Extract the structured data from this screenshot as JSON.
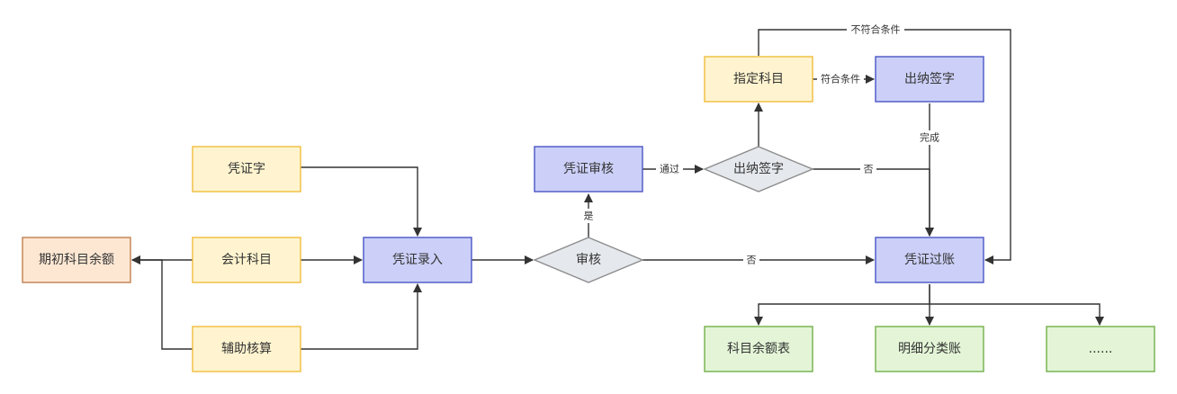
{
  "colors": {
    "yellow_fill": "#fff4cf",
    "yellow_stroke": "#f0bd3c",
    "blue_fill": "#ccd0f8",
    "blue_stroke": "#4a55c4",
    "orange_fill": "#fde7d3",
    "orange_stroke": "#c08050",
    "green_fill": "#e3f5d6",
    "green_stroke": "#72b04a",
    "diamond_fill": "#e5e8ec",
    "diamond_stroke": "#8c8c8c",
    "edge": "#333333"
  },
  "nodes": {
    "opening_balance": "期初科目余额",
    "voucher_word": "凭证字",
    "accounting_subject": "会计科目",
    "auxiliary_accounting": "辅助核算",
    "voucher_entry": "凭证录入",
    "review": "审核",
    "voucher_review": "凭证审核",
    "cashier_sign_decision": "出纳签字",
    "designate_subject": "指定科目",
    "cashier_sign": "出纳签字",
    "voucher_posting": "凭证过账",
    "subject_balance_table": "科目余额表",
    "detail_ledger": "明细分类账",
    "more": "......"
  },
  "edges": {
    "yes": "是",
    "no_review": "否",
    "pass": "通过",
    "no_cashier": "否",
    "meets_condition": "符合条件",
    "not_meets_condition": "不符合条件",
    "done": "完成"
  }
}
